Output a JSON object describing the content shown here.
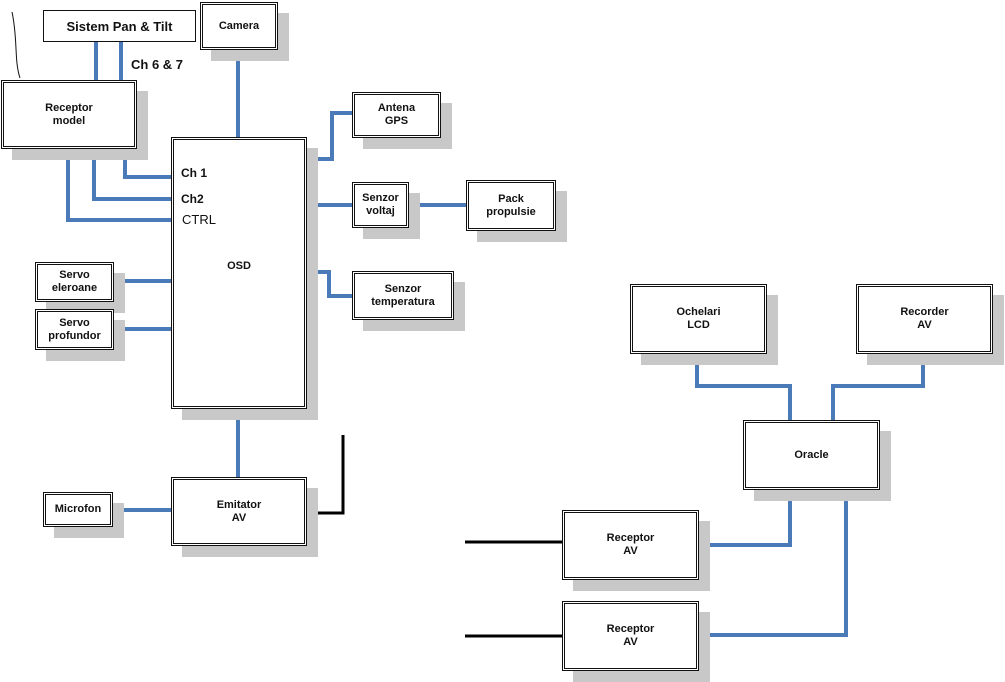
{
  "colors": {
    "wire": "#4a7ab8",
    "black_wire": "#000000",
    "shadow": "#c8c8c8"
  },
  "labels": {
    "pan_tilt": "Sistem Pan & Tilt",
    "camera": "Camera",
    "ch67": "Ch 6 & 7",
    "receptor_model": "Receptor\nmodel",
    "antena_gps": "Antena\nGPS",
    "osd": "OSD",
    "ch1": "Ch 1",
    "ch2": "Ch2",
    "ctrl": "CTRL",
    "senzor_voltaj": "Senzor\nvoltaj",
    "pack_propulsie": "Pack\npropulsie",
    "servo_eleroane": "Servo\neleroane",
    "senzor_temperatura": "Senzor\ntemperatura",
    "servo_profundor": "Servo\nprofundor",
    "microfon": "Microfon",
    "emitator_av": "Emitator\nAV",
    "ochelari_lcd": "Ochelari\nLCD",
    "recorder_av": "Recorder\nAV",
    "oracle": "Oracle",
    "receptor_av_1": "Receptor\nAV",
    "receptor_av_2": "Receptor\nAV"
  }
}
